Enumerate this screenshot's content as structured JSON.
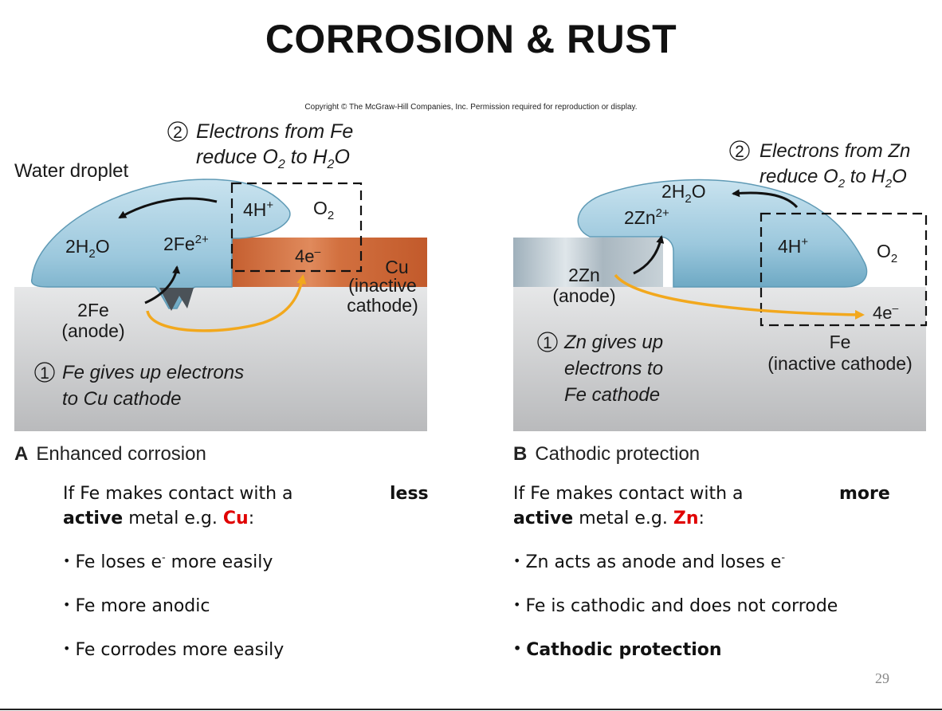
{
  "title": "CORROSION & RUST",
  "copyright": "Copyright © The McGraw-Hill Companies, Inc. Permission required for reproduction or display.",
  "panel_a": {
    "step2_line1": "Electrons from Fe",
    "step2_line2_pre": "reduce O",
    "step2_line2_mid": " to H",
    "step2_line2_post": "O",
    "sub2": "2",
    "water_droplet": "Water droplet",
    "h_plus": "4H",
    "plus": "+",
    "o2": "O",
    "h2o_left_pre": "2H",
    "h2o_left_post": "O",
    "fe2plus": "2Fe",
    "charge2plus": "2+",
    "electrons": "4e",
    "minus": "–",
    "cu": "Cu",
    "inactive": "(inactive",
    "cathode": "cathode)",
    "fe_anode_1": "2Fe",
    "fe_anode_2": "(anode)",
    "step1_line1": "Fe gives up electrons",
    "step1_line2": "to Cu cathode",
    "step_num_1": "1",
    "step_num_2": "2",
    "caption_letter": "A",
    "caption": "Enhanced corrosion"
  },
  "panel_b": {
    "step2_line1": "Electrons from Zn",
    "step2_line2_pre": "reduce O",
    "step2_line2_mid": " to H",
    "step2_line2_post": "O",
    "h2o_pre": "2H",
    "h2o_post": "O",
    "zn2plus": "2Zn",
    "charge2plus": "2+",
    "h_plus": "4H",
    "plus": "+",
    "o2": "O",
    "sub2": "2",
    "zn_1": "2Zn",
    "zn_2": "(anode)",
    "electrons": "4e",
    "minus": "–",
    "fe_1": "Fe",
    "fe_2": "(inactive cathode)",
    "step1_line1": "Zn gives up",
    "step1_line2": "electrons to",
    "step1_line3": "Fe cathode",
    "step_num_1": "1",
    "step_num_2": "2",
    "caption_letter": "B",
    "caption": "Cathodic protection"
  },
  "left_text": {
    "intro_1": "If Fe makes contact with a",
    "intro_1_bold": "less",
    "intro_2_bold": "active",
    "intro_2": " metal e.g. ",
    "metal": "Cu",
    "colon": ":",
    "bullet_1_a": "Fe loses e",
    "bullet_1_sup": "-",
    "bullet_1_b": " more easily",
    "bullet_2": "Fe more anodic",
    "bullet_3": "Fe corrodes more easily",
    "bullet_symbol": "•"
  },
  "right_text": {
    "intro_1": "If Fe makes contact with a",
    "intro_1_bold": "more",
    "intro_2_bold": "active",
    "intro_2": " metal e.g. ",
    "metal": "Zn",
    "colon": ":",
    "bullet_1_a": "Zn acts as anode and loses e",
    "bullet_1_sup": "-",
    "bullet_2": "Fe is cathodic and does not corrode",
    "bullet_3": "Cathodic protection",
    "bullet_symbol": "•"
  },
  "page_number": "29",
  "colors": {
    "water": "#9cc8dd",
    "water_dark": "#5f9ab5",
    "steel": "#c9cacc",
    "copper": "#d2703f",
    "electron_arrow": "#f2a81d",
    "emphasis_red": "#e00000"
  }
}
